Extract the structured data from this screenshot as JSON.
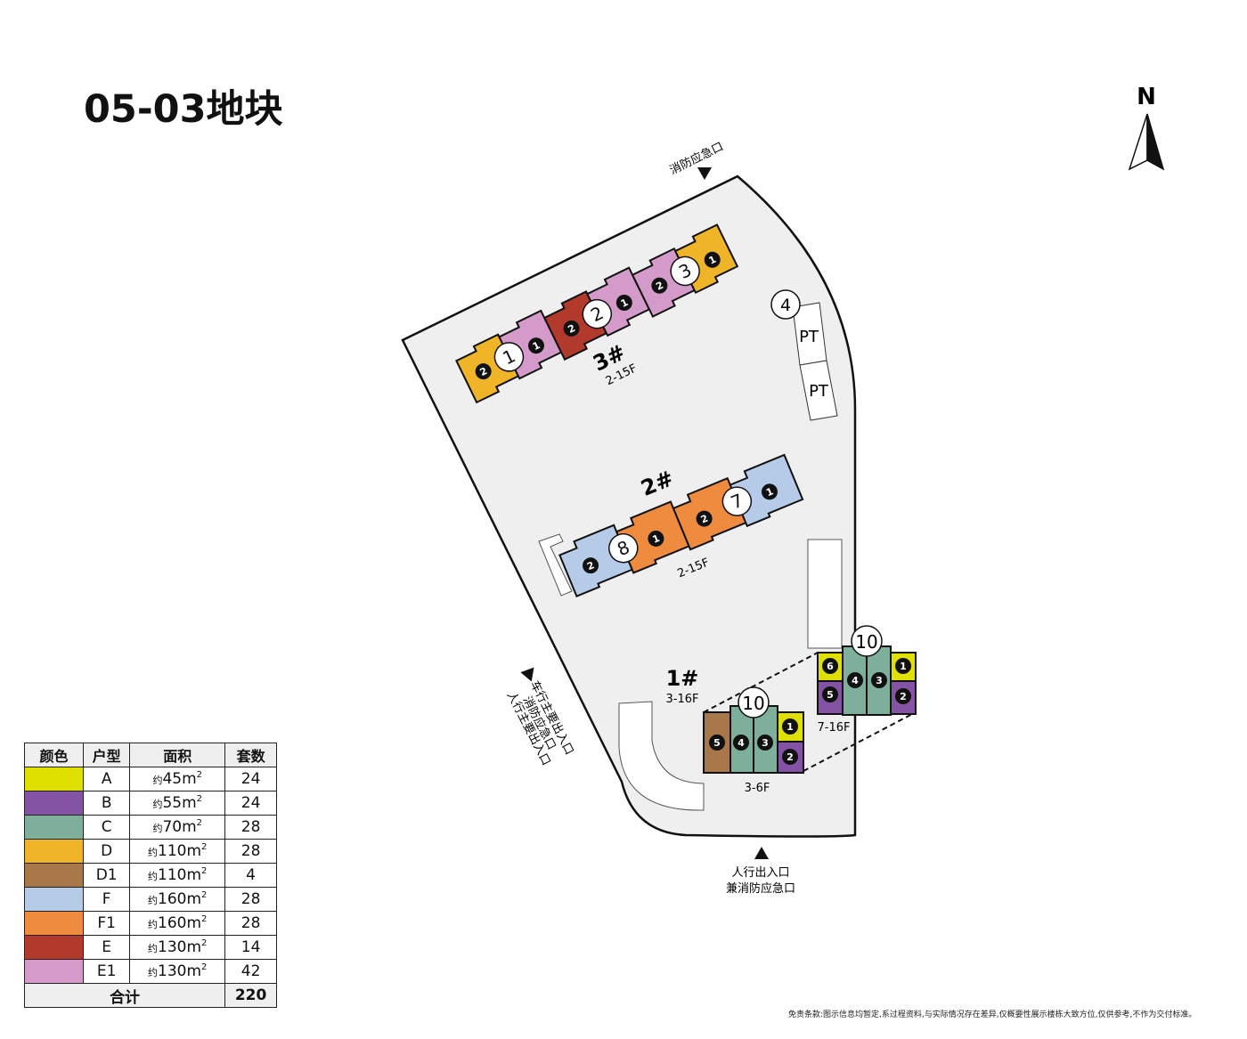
{
  "title": "05-03地块",
  "north_label": "N",
  "colors": {
    "A": "#e0e000",
    "B": "#8553a3",
    "C": "#7daf9a",
    "D": "#efb428",
    "D1": "#a8784a",
    "F": "#b5cbe8",
    "F1": "#ef8b3f",
    "E": "#b23a2c",
    "E1": "#d49ac9",
    "site": "#efefef"
  },
  "entrances": {
    "top": "消防应急口",
    "left_line1": "车行主要出入口",
    "left_line2": "消防应急口",
    "left_line3": "人行主要出入口",
    "bottom_line1": "人行出入口",
    "bottom_line2": "兼消防应急口"
  },
  "buildings": {
    "b3": {
      "name": "3#",
      "floors": "2-15F",
      "circles": [
        "1",
        "2",
        "3"
      ],
      "units": [
        "2",
        "1",
        "2",
        "1",
        "2",
        "1"
      ]
    },
    "b2": {
      "name": "2#",
      "floors": "2-15F",
      "circles": [
        "8",
        "7"
      ],
      "units": [
        "2",
        "1",
        "2",
        "1"
      ]
    },
    "b1": {
      "name": "1#",
      "floors": "3-16F",
      "block_a": {
        "circle": "10",
        "floors": "3-6F",
        "units": [
          "5",
          "4",
          "3",
          "1",
          "2"
        ]
      },
      "block_b": {
        "circle": "10",
        "floors": "7-16F",
        "units": [
          "6",
          "5",
          "4",
          "3",
          "1",
          "2"
        ]
      }
    },
    "b4": {
      "circle": "4",
      "pt1": "PT",
      "pt2": "PT"
    }
  },
  "legend": {
    "headers": [
      "颜色",
      "户型",
      "面积",
      "套数"
    ],
    "approx": "约",
    "rows": [
      {
        "type": "A",
        "area": "45m",
        "count": "24"
      },
      {
        "type": "B",
        "area": "55m",
        "count": "24"
      },
      {
        "type": "C",
        "area": "70m",
        "count": "28"
      },
      {
        "type": "D",
        "area": "110m",
        "count": "28"
      },
      {
        "type": "D1",
        "area": "110m",
        "count": "4"
      },
      {
        "type": "F",
        "area": "160m",
        "count": "28"
      },
      {
        "type": "F1",
        "area": "160m",
        "count": "28"
      },
      {
        "type": "E",
        "area": "130m",
        "count": "14"
      },
      {
        "type": "E1",
        "area": "130m",
        "count": "42"
      }
    ],
    "sup": "2",
    "total_label": "合计",
    "total": "220"
  },
  "disclaimer": "免责条款:图示信息均暂定,系过程资料,与实际情况存在差异,仅概要性展示楼栋大致方位,仅供参考,不作为交付标准。"
}
